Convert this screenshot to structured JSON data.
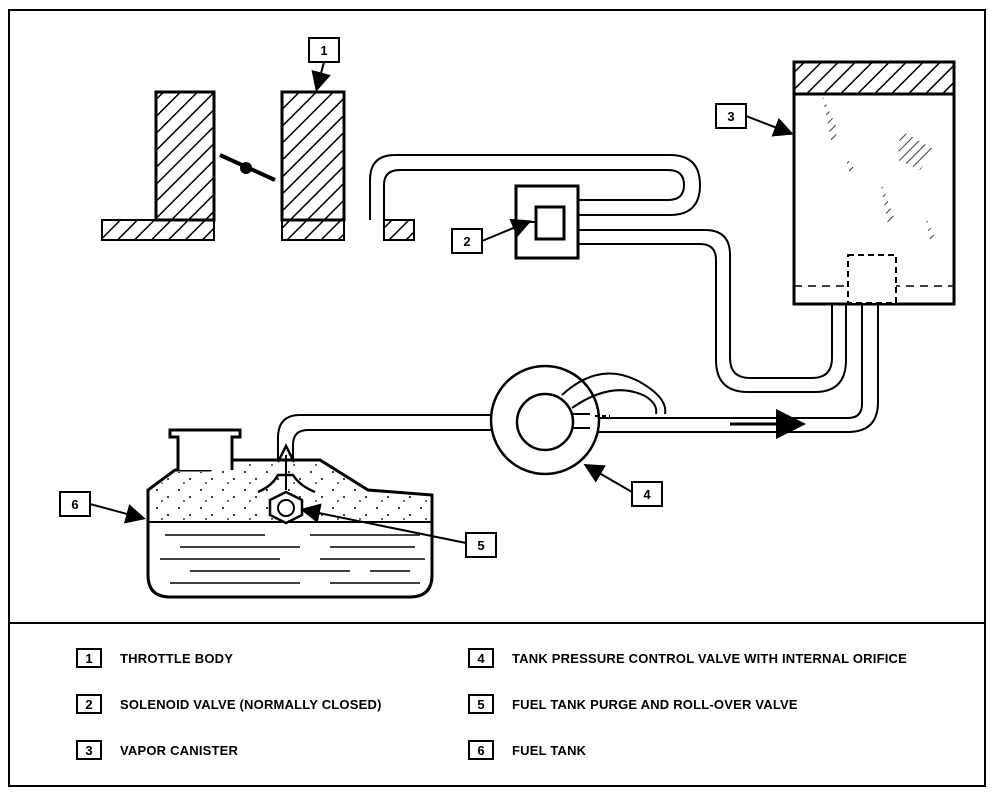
{
  "diagram": {
    "callouts": [
      "1",
      "2",
      "3",
      "4",
      "5",
      "6"
    ]
  },
  "legend": [
    {
      "num": "1",
      "text": "THROTTLE BODY"
    },
    {
      "num": "2",
      "text": "SOLENOID VALVE (NORMALLY CLOSED)"
    },
    {
      "num": "3",
      "text": "VAPOR CANISTER"
    },
    {
      "num": "4",
      "text": "TANK PRESSURE CONTROL VALVE WITH INTERNAL ORIFICE"
    },
    {
      "num": "5",
      "text": "FUEL TANK PURGE AND ROLL-OVER VALVE"
    },
    {
      "num": "6",
      "text": "FUEL TANK"
    }
  ]
}
